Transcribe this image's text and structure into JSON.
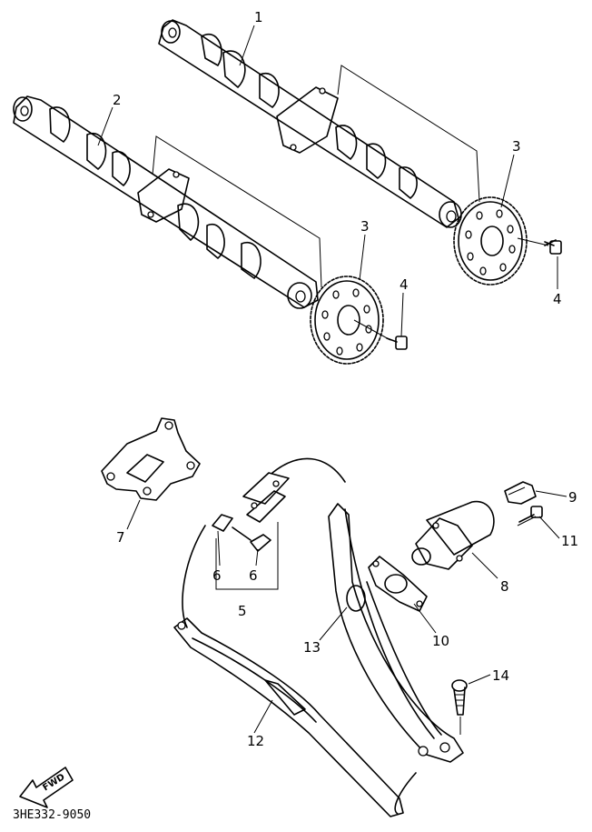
{
  "callouts": {
    "c1": "1",
    "c2": "2",
    "c3a": "3",
    "c3b": "3",
    "c4a": "4",
    "c4b": "4",
    "c5": "5",
    "c6a": "6",
    "c6b": "6",
    "c7": "7",
    "c8": "8",
    "c9": "9",
    "c10": "10",
    "c11": "11",
    "c12": "12",
    "c13": "13",
    "c14": "14"
  },
  "fwd_label": "FWD",
  "diagram_code": "3HE332-9050"
}
